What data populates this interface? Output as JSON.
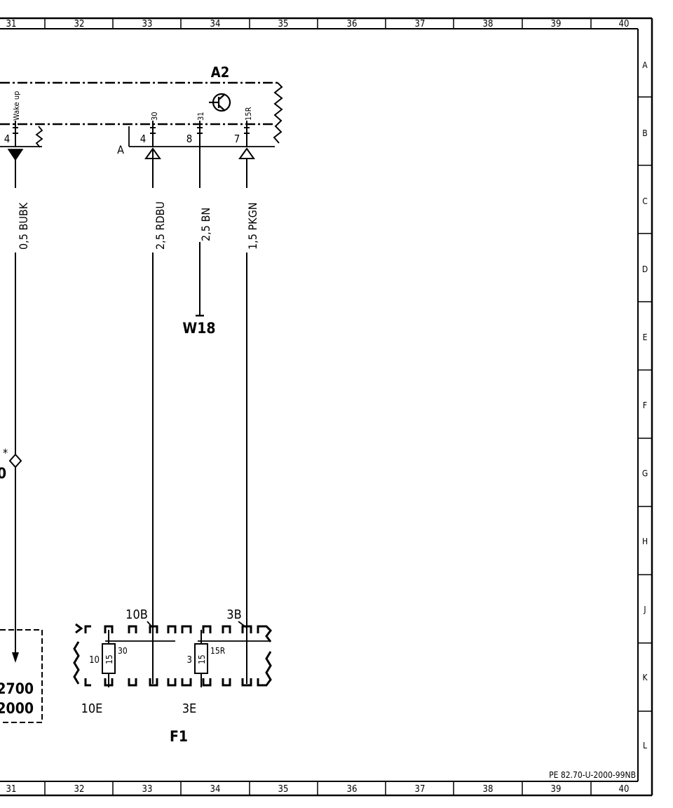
{
  "grid": {
    "columns": [
      "31",
      "32",
      "33",
      "34",
      "35",
      "36",
      "37",
      "38",
      "39",
      "40"
    ],
    "rows": [
      "A",
      "B",
      "C",
      "D",
      "E",
      "F",
      "G",
      "H",
      "J",
      "K",
      "L"
    ]
  },
  "reference": "PE 82.70-U-2000-99NB",
  "module_a2": {
    "name": "A2",
    "wake_label": "Wake up",
    "pins": [
      "4",
      "4",
      "8",
      "7"
    ],
    "terminals": [
      "30",
      "31",
      "15R"
    ],
    "connector_letter": "A"
  },
  "wires": [
    {
      "label": "0,5 BUBK"
    },
    {
      "label": "2,5 RDBU"
    },
    {
      "label": "2,5 BN"
    },
    {
      "label": "1,5 PKGN"
    }
  ],
  "ground": "W18",
  "splice_marker": {
    "text": "0",
    "asterisk": "*"
  },
  "ref_box": [
    "2700",
    "2000"
  ],
  "fuse_box": {
    "name": "F1",
    "top_terminals": [
      "10B",
      "3B"
    ],
    "bottom_terminals": [
      "10E",
      "3E"
    ],
    "fuses": [
      {
        "number": "10",
        "rating": "15",
        "terminal": "30"
      },
      {
        "number": "3",
        "rating": "15",
        "terminal": "15R"
      }
    ]
  }
}
